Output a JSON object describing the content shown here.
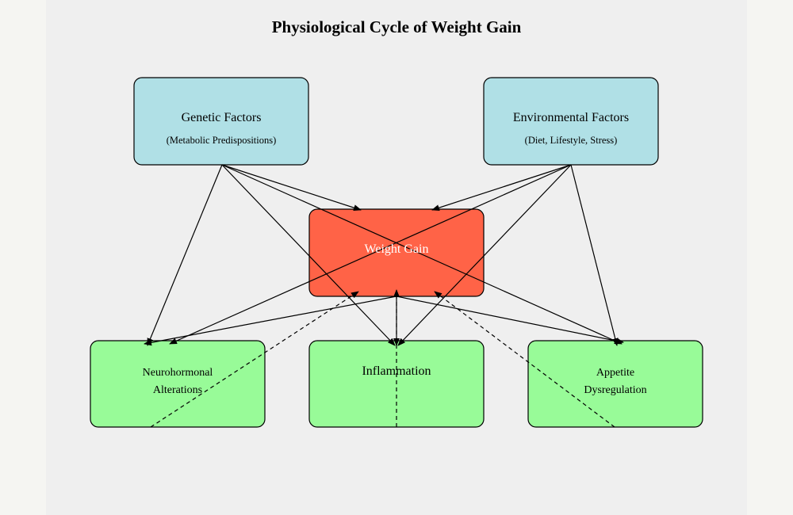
{
  "title": "Physiological Cycle of Weight Gain",
  "colors": {
    "factor_fill": "#b0e0e6",
    "center_fill": "#ff6347",
    "effect_fill": "#98fb98",
    "stroke": "#000000"
  },
  "nodes": {
    "genetic": {
      "title": "Genetic Factors",
      "subtitle": "(Metabolic Predispositions)"
    },
    "environmental": {
      "title": "Environmental Factors",
      "subtitle": "(Diet, Lifestyle, Stress)"
    },
    "weight_gain": {
      "title": "Weight Gain"
    },
    "neurohormonal": {
      "line1": "Neurohormonal",
      "line2": "Alterations"
    },
    "inflammation": {
      "title": "Inflammation"
    },
    "appetite": {
      "line1": "Appetite",
      "line2": "Dysregulation"
    }
  }
}
